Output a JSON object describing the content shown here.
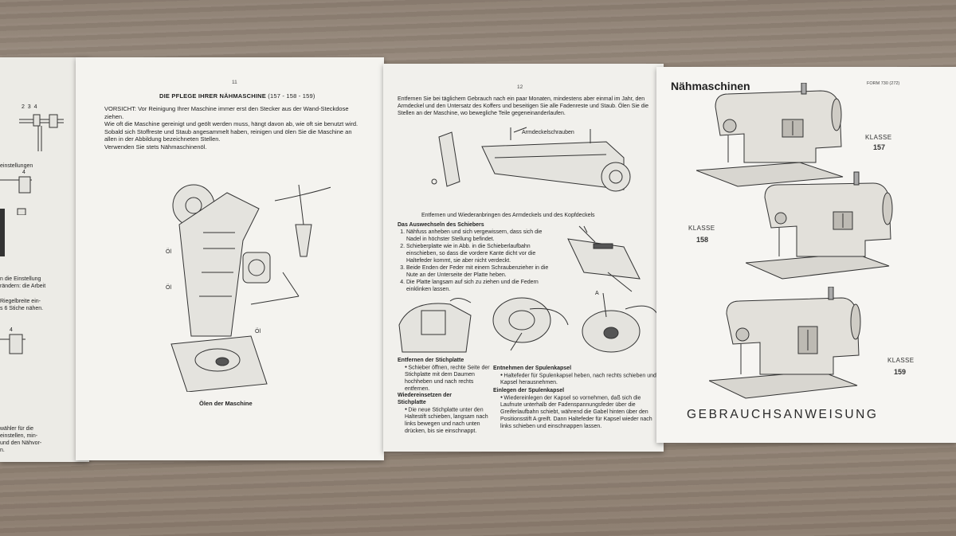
{
  "left_fragment": {
    "label_einstellungen": "einstellungen",
    "nums_top": [
      "2",
      "3",
      "4"
    ],
    "num_mid": "4",
    "num_low": "4",
    "text_a": [
      "n die Einstellung",
      "rändern: die Arbeit"
    ],
    "text_b": [
      "Riegelbreite ein-",
      "s 6 Stiche nähen."
    ],
    "text_c": [
      "wähler für die",
      "einstellen, min-",
      "und den Nähvor-",
      "n."
    ]
  },
  "page11": {
    "number": "11",
    "heading": "DIE PFLEGE IHRER NÄHMASCHINE",
    "heading_models": "(157 - 158 - 159)",
    "paragraphs": [
      "VORSICHT: Vor Reinigung Ihrer Maschine immer erst den Stecker aus der Wand-Steckdose ziehen.",
      "Wie oft die Maschine gereinigt und geölt werden muss, hängt davon ab, wie oft sie benutzt wird.",
      "Sobald sich Stoffreste und Staub angesammelt haben, reinigen und ölen Sie die Maschine an allen in der Abbildung bezeichneten Stellen.",
      "Verwenden Sie stets Nähmaschinenöl."
    ],
    "oil_labels": [
      "Öl",
      "Öl",
      "Öl"
    ],
    "caption": "Ölen der Maschine"
  },
  "page12": {
    "number": "12",
    "intro": "Entfernen Sie bei täglichem Gebrauch nach ein paar Monaten, mindestens aber einmal im Jahr, den Armdeckel und den Untersatz des Koffers und beseitigen Sie alle Fadenreste und Staub. Ölen Sie die Stellen an der Maschine, wo bewegliche Teile gegeneinanderlaufen.",
    "screw_label": "Armdeckelschrauben",
    "caption_arm": "Entfernen und Wiederanbringen des Armdeckels und des Kopfdeckels",
    "schieber_heading": "Das Auswechseln des Schiebers",
    "schieber_steps": [
      "Nähfuss anheben und sich vergewissern, dass sich die Nadel in höchster Stellung befindet.",
      "Schieberplatte wie in Abb. in die Schieberlaufbahn einschieben, so dass die vordere Kante dicht vor die Haltefeder kommt, sie aber nicht verdeckt.",
      "Beide Enden der Feder mit einem Schraubenzieher in die Nute an der Unterseite der Platte heben.",
      "Die Platte langsam auf sich zu ziehen und die Federn einklinken lassen."
    ],
    "marker_a": "A",
    "stich_entfernen_heading": "Entfernen der Stichplatte",
    "stich_entfernen_text": "Schieber öffnen, rechte Seite der Stichplatte mit dem Daumen hochheben und nach rechts entfernen.",
    "stich_einsetzen_heading": "Wiedereinsetzen der Stichplatte",
    "stich_einsetzen_text": "Die neue Stichplatte unter den Haltestift schieben, langsam nach links bewegen und nach unten drücken, bis sie einschnappt.",
    "kapsel_entnehmen_heading": "Entnehmen der Spulenkapsel",
    "kapsel_entnehmen_text": "Haltefeder für Spulenkapsel heben, nach rechts schieben und Kapsel herausnehmen.",
    "kapsel_einlegen_heading": "Einlegen der Spulenkapsel",
    "kapsel_einlegen_text": "Wiedereinlegen der Kapsel so vornehmen, daß sich die Laufnute unterhalb der Fadenspannungsfeder über die Greiferlaufbahn schiebt, während die Gabel hinten über den Positionsstift A greift. Dann Haltefeder für Kapsel wieder nach links schieben und einschnappen lassen."
  },
  "cover": {
    "title": "Nähmaschinen",
    "form": "FORM 730 (272)",
    "models": [
      {
        "klasse": "KLASSE",
        "number": "157"
      },
      {
        "klasse": "KLASSE",
        "number": "158"
      },
      {
        "klasse": "KLASSE",
        "number": "159"
      }
    ],
    "bottom_title": "GEBRAUCHSANWEISUNG"
  },
  "colors": {
    "paper": "#f4f3ef",
    "ink": "#222222",
    "wood": "#9c8e80",
    "machine": "#dcdad4"
  }
}
